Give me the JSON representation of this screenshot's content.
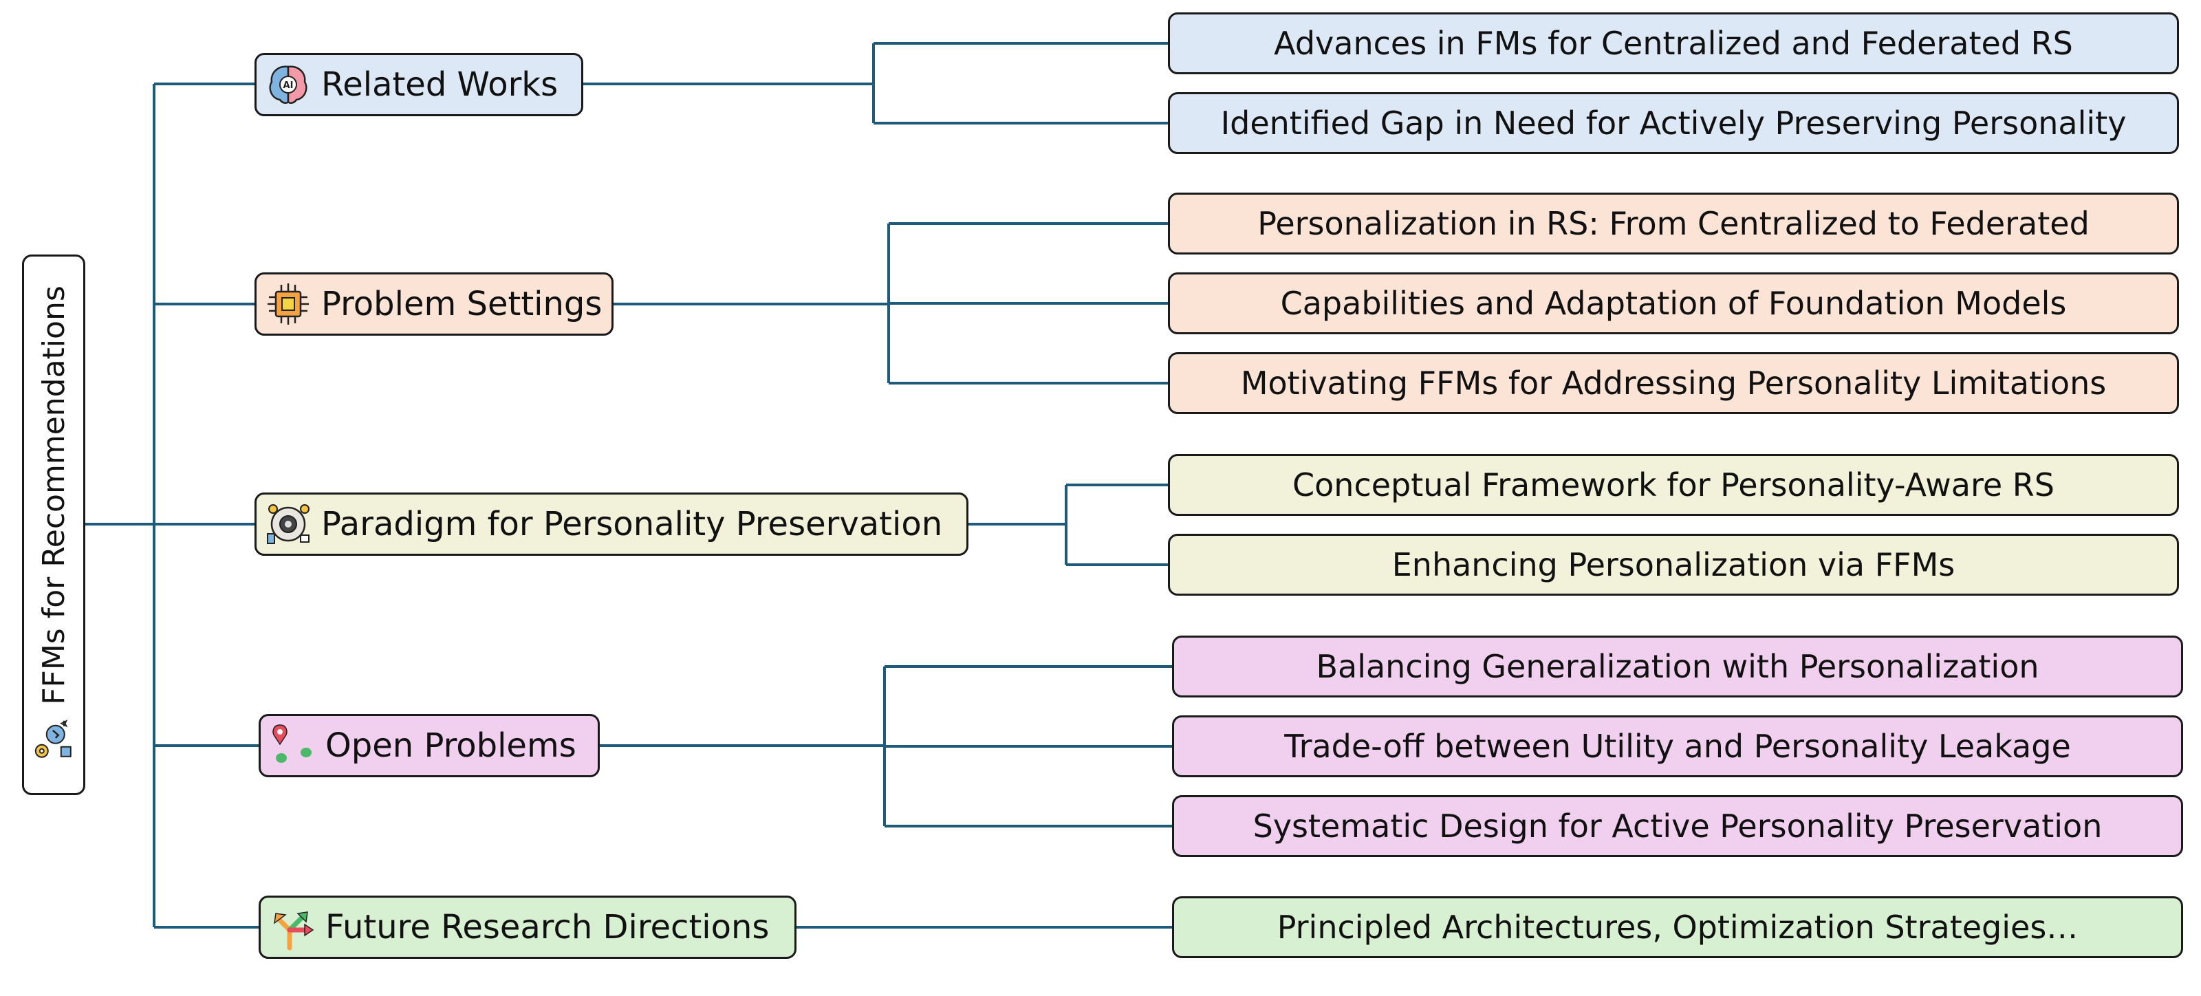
{
  "root": {
    "label": "FFMs for Recommendations",
    "icon": "ffm-tools-icon"
  },
  "colors": {
    "line": "#1f5a7a",
    "border": "#1a1a1a",
    "blue": "#dce8f5",
    "peach": "#fbe3d6",
    "yellow": "#f2f2da",
    "pink": "#f0d0ee",
    "green": "#d8f0d2"
  },
  "categories": [
    {
      "label": "Related Works",
      "icon": "ai-brain-icon",
      "children": [
        "Advances in FMs for Centralized and Federated RS",
        "Identified Gap in Need for Actively Preserving Personality"
      ]
    },
    {
      "label": "Problem Settings",
      "icon": "chip-icon",
      "children": [
        "Personalization in RS: From Centralized to Federated",
        "Capabilities and Adaptation of Foundation Models",
        "Motivating FFMs for Addressing Personality Limitations"
      ]
    },
    {
      "label": "Paradigm for Personality Preservation",
      "icon": "settings-network-icon",
      "children": [
        "Conceptual Framework for Personality-Aware RS",
        "Enhancing Personalization via FFMs"
      ]
    },
    {
      "label": "Open Problems",
      "icon": "route-pins-icon",
      "children": [
        "Balancing Generalization with Personalization",
        "Trade-off between Utility and Personality Leakage",
        "Systematic Design for Active Personality Preservation"
      ]
    },
    {
      "label": "Future Research Directions",
      "icon": "directions-arrows-icon",
      "children": [
        "Principled Architectures, Optimization Strategies…"
      ]
    }
  ]
}
